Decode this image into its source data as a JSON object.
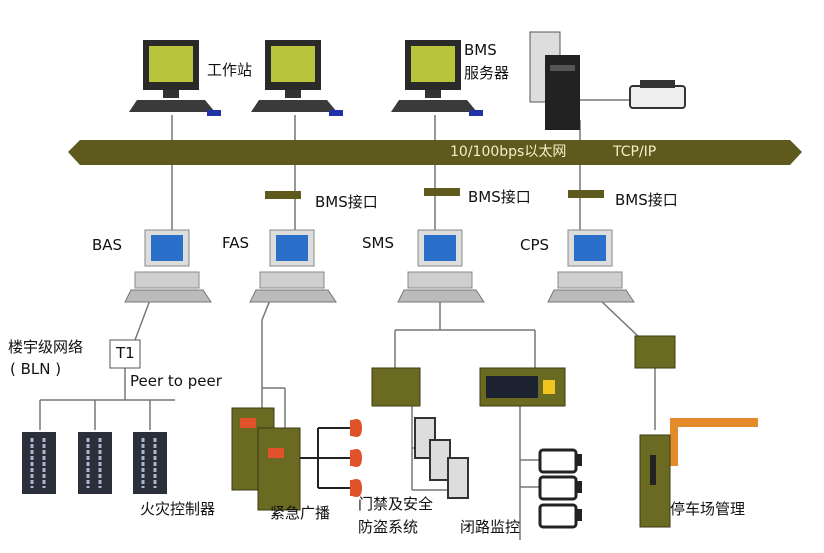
{
  "bus": {
    "label": "10/100bps以太网",
    "protocol": "TCP/IP"
  },
  "top": {
    "workstation": "工作站",
    "server_line1": "BMS",
    "server_line2": "服务器"
  },
  "interfaces": [
    "BMS接口",
    "BMS接口",
    "BMS接口"
  ],
  "subsystems": {
    "bas": "BAS",
    "fas": "FAS",
    "sms": "SMS",
    "cps": "CPS"
  },
  "bln": {
    "line1": "楼宇级网络",
    "line2": "( BLN )",
    "node": "T1",
    "peer": "Peer to peer"
  },
  "devices": {
    "fire": "火灾控制器",
    "broadcast": "紧急广播",
    "access_line1": "门禁及安全",
    "access_line2": "防盗系统",
    "cctv": "闭路监控",
    "parking": "停车场管理"
  },
  "colors": {
    "bus": "#5e5a1e",
    "device": "#6b6a22",
    "alarm": "#e0522a",
    "barrier": "#e58a2a"
  }
}
